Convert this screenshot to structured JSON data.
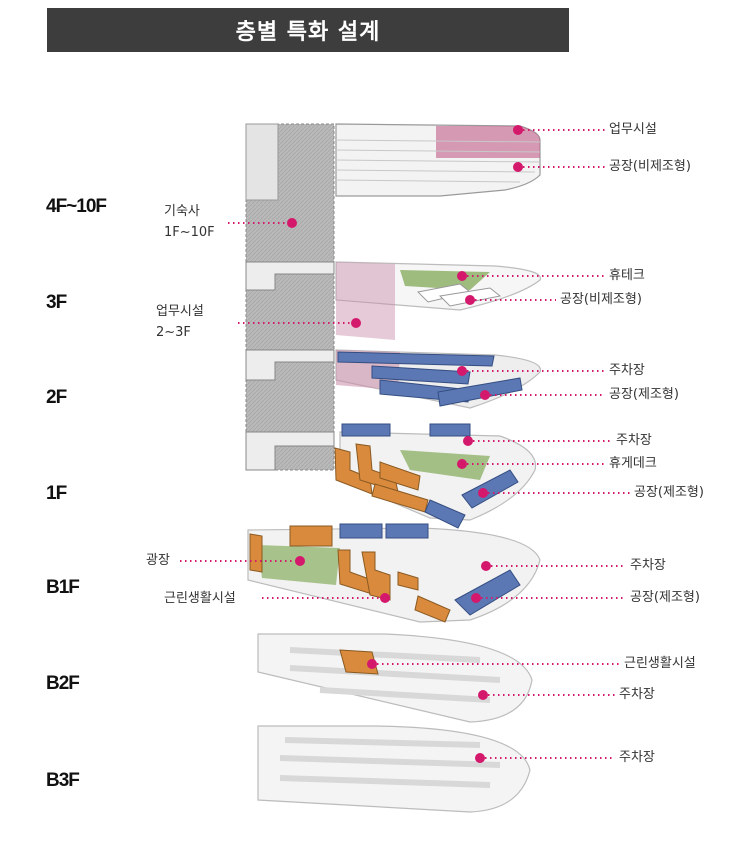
{
  "title": "층별 특화 설계",
  "colors": {
    "accent": "#d4186c",
    "title_bg": "#3d3d3d",
    "orange": "#d98a3c",
    "blue": "#5b78b4",
    "green": "#8fb26a",
    "pink": "#c98aa6"
  },
  "floors": {
    "f4_10": "4F~10F",
    "f3": "3F",
    "f2": "2F",
    "f1": "1F",
    "b1": "B1F",
    "b2": "B2F",
    "b3": "B3F"
  },
  "left_labels": {
    "core_line1": "기숙사",
    "core_line2": "1F~10F",
    "office_line1": "업무시설",
    "office_line2": "2~3F",
    "plaza": "광장",
    "retail": "근린생활시설"
  },
  "right_labels": {
    "office": "업무시설",
    "factory_nonmfg_top": "공장(비제조형)",
    "rest_terrace_3f": "휴테크",
    "factory_nonmfg_3f": "공장(비제조형)",
    "parking_2f": "주차장",
    "factory_mfg_2f": "공장(제조형)",
    "parking_1f": "주차장",
    "rest_deck_1f": "휴게데크",
    "factory_mfg_1f": "공장(제조형)",
    "parking_b1": "주차장",
    "factory_mfg_b1": "공장(제조형)",
    "retail_b2": "근린생활시설",
    "parking_b2": "주차장",
    "parking_b3": "주차장"
  }
}
